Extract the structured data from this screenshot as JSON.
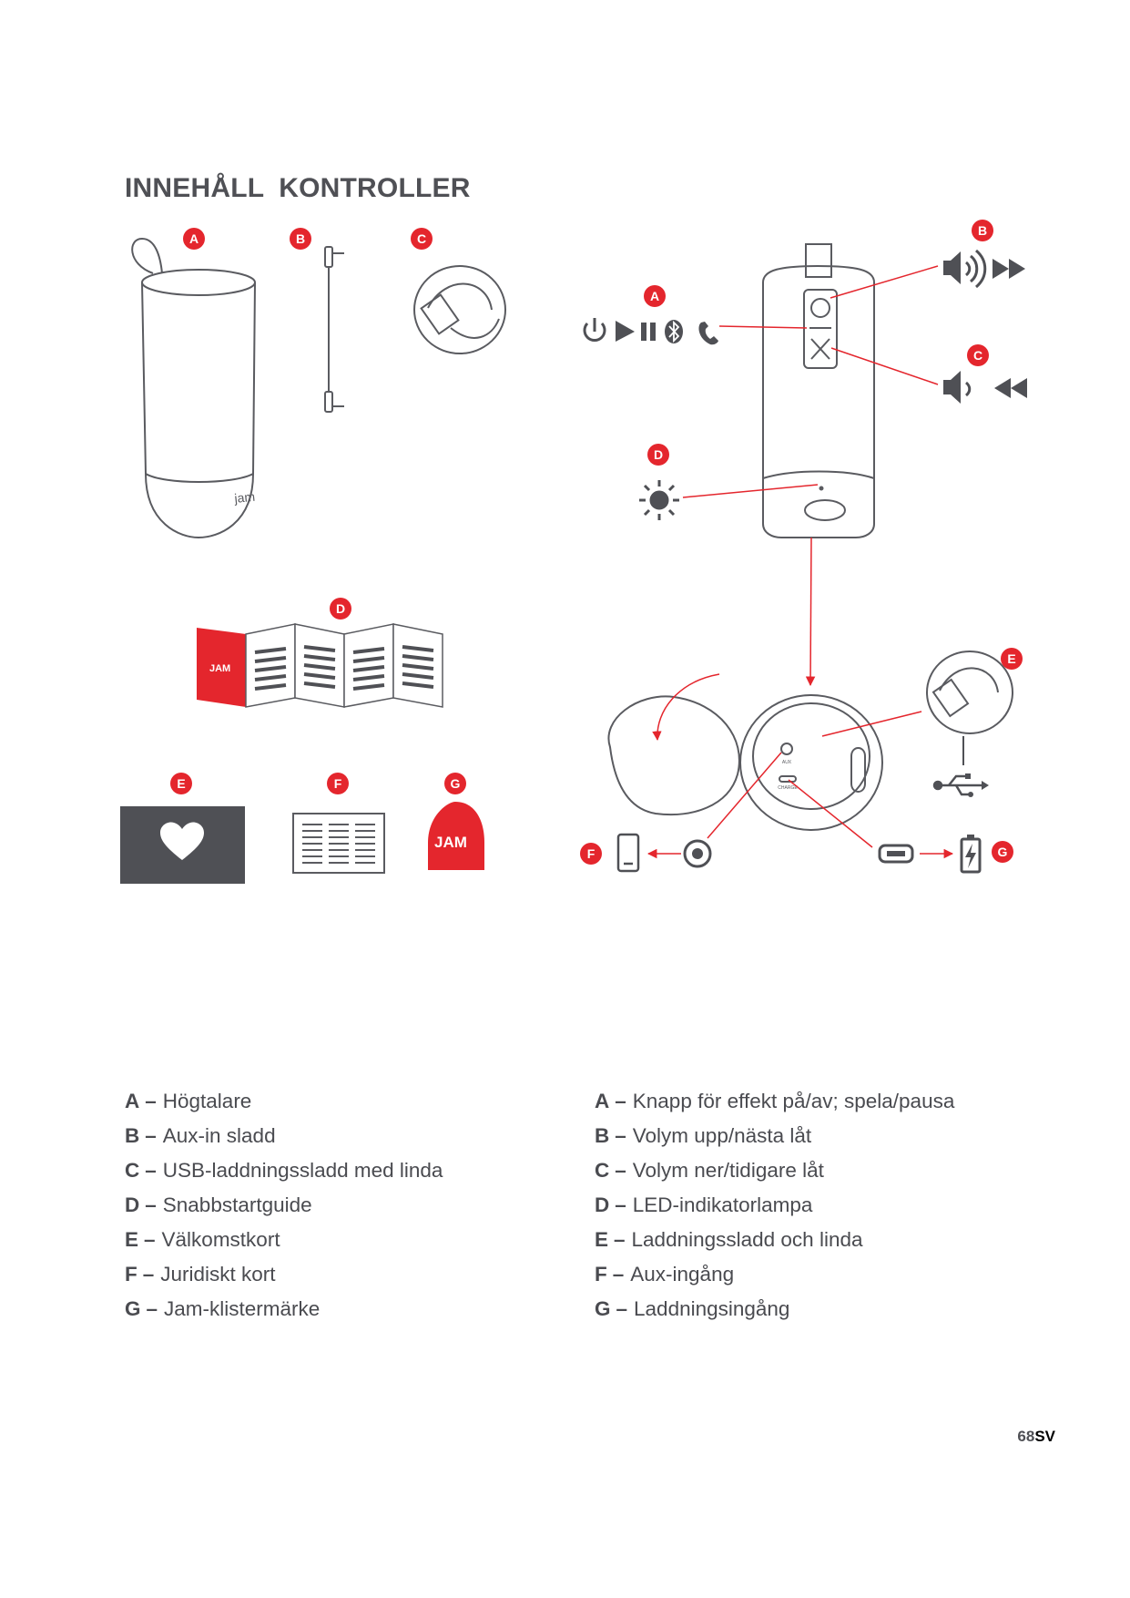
{
  "heading": {
    "part1": "INNEHÅLL",
    "part2": "KONTROLLER"
  },
  "colors": {
    "accent": "#e4262d",
    "dark": "#4f5055",
    "line": "#5a5b60"
  },
  "contents_markers": [
    "A",
    "B",
    "C",
    "D",
    "E",
    "F",
    "G"
  ],
  "controls_markers": [
    "A",
    "B",
    "C",
    "D",
    "E",
    "F",
    "G"
  ],
  "sticker_text": "JAM",
  "port_labels": {
    "aux": "AUX",
    "charge": "CHARGE"
  },
  "contents_legend": [
    {
      "key": "A",
      "text": "Högtalare"
    },
    {
      "key": "B",
      "text": "Aux-in sladd"
    },
    {
      "key": "C",
      "text": "USB-laddningssladd med linda"
    },
    {
      "key": "D",
      "text": "Snabbstartguide"
    },
    {
      "key": "E",
      "text": "Välkomstkort"
    },
    {
      "key": "F",
      "text": "Juridiskt kort"
    },
    {
      "key": "G",
      "text": "Jam-klistermärke"
    }
  ],
  "controls_legend": [
    {
      "key": "A",
      "text": "Knapp för effekt på/av; spela/pausa"
    },
    {
      "key": "B",
      "text": "Volym upp/nästa låt"
    },
    {
      "key": "C",
      "text": "Volym ner/tidigare låt"
    },
    {
      "key": "D",
      "text": "LED-indikatorlampa"
    },
    {
      "key": "E",
      "text": "Laddningssladd och linda"
    },
    {
      "key": "F",
      "text": "Aux-ingång"
    },
    {
      "key": "G",
      "text": "Laddningsingång"
    }
  ],
  "page_number": {
    "number": "68",
    "lang": "SV"
  }
}
